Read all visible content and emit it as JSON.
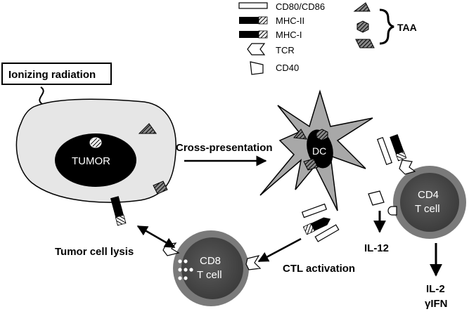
{
  "legend": {
    "items": [
      {
        "label": "CD80/CD86",
        "icon": "cd80-cd86-icon"
      },
      {
        "label": "MHC-II",
        "icon": "mhc-ii-icon"
      },
      {
        "label": "MHC-I",
        "icon": "mhc-i-icon"
      },
      {
        "label": "TCR",
        "icon": "tcr-icon"
      },
      {
        "label": "CD40",
        "icon": "cd40-icon"
      }
    ],
    "taa_label": "TAA"
  },
  "labels": {
    "ionizing_radiation": "Ionizing radiation",
    "tumor": "TUMOR",
    "cross_presentation": "Cross-presentation",
    "dc": "DC",
    "cd4_line1": "CD4",
    "cd4_line2": "T cell",
    "cd8_line1": "CD8",
    "cd8_line2": "T cell",
    "il12": "IL-12",
    "il2": "IL-2",
    "ifn": "γIFN",
    "ctl_activation": "CTL activation",
    "tumor_cell_lysis": "Tumor cell lysis"
  },
  "colors": {
    "cell_fill": "#e6e6e6",
    "nucleus": "#000000",
    "dc_fill": "#a8a8a8",
    "tcell_outer": "#7a7a7a",
    "tcell_inner": "#4a4a4a"
  }
}
